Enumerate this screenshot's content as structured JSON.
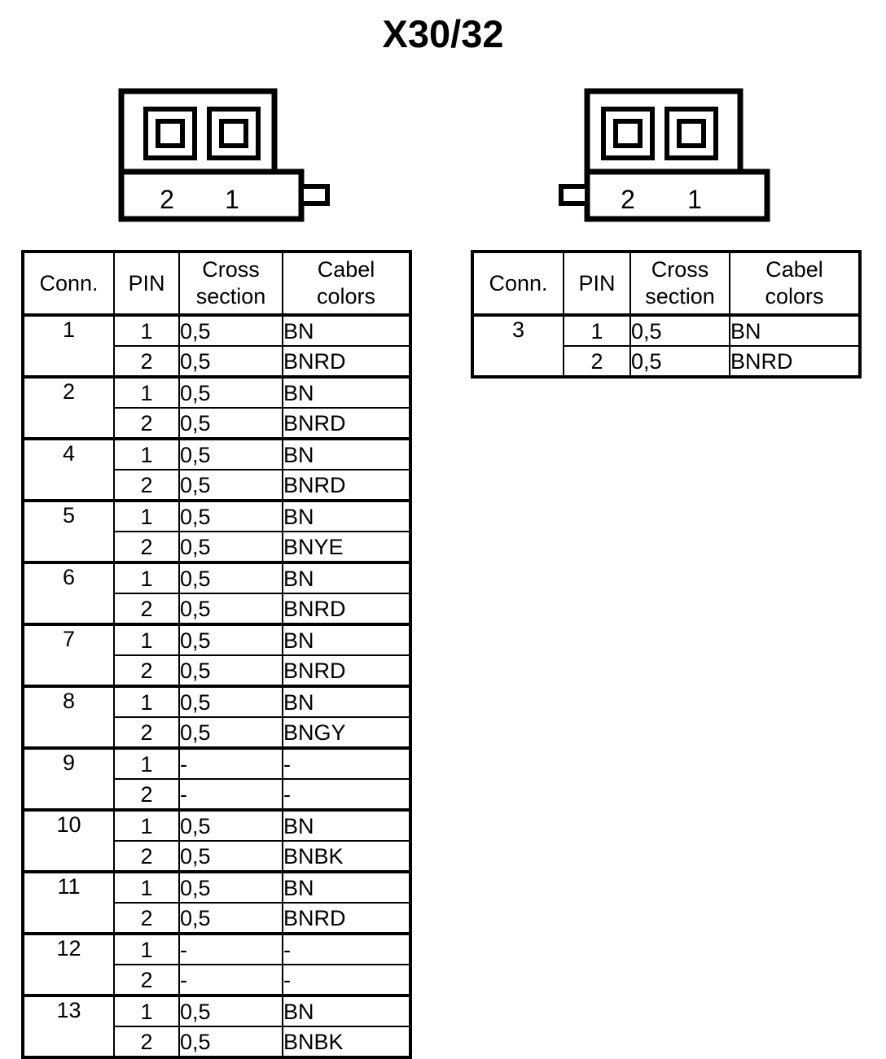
{
  "title": "X30/32",
  "connectors": [
    {
      "name": "connector-left",
      "orientation": "tab-right",
      "pin_labels": [
        "2",
        "1"
      ]
    },
    {
      "name": "connector-right",
      "orientation": "tab-left",
      "pin_labels": [
        "2",
        "1"
      ]
    }
  ],
  "tables": [
    {
      "name": "table-left",
      "headers": [
        "Conn.",
        "PIN",
        "Cross section",
        "Cabel colors"
      ],
      "header_lines": [
        [
          "Conn."
        ],
        [
          "PIN"
        ],
        [
          "Cross",
          "section"
        ],
        [
          "Cabel",
          "colors"
        ]
      ],
      "groups": [
        {
          "conn": "1",
          "rows": [
            {
              "pin": "1",
              "cross_section": "0,5",
              "cable_colors": "BN"
            },
            {
              "pin": "2",
              "cross_section": "0,5",
              "cable_colors": "BNRD"
            }
          ]
        },
        {
          "conn": "2",
          "rows": [
            {
              "pin": "1",
              "cross_section": "0,5",
              "cable_colors": "BN"
            },
            {
              "pin": "2",
              "cross_section": "0,5",
              "cable_colors": "BNRD"
            }
          ]
        },
        {
          "conn": "4",
          "rows": [
            {
              "pin": "1",
              "cross_section": "0,5",
              "cable_colors": "BN"
            },
            {
              "pin": "2",
              "cross_section": "0,5",
              "cable_colors": "BNRD"
            }
          ]
        },
        {
          "conn": "5",
          "rows": [
            {
              "pin": "1",
              "cross_section": "0,5",
              "cable_colors": "BN"
            },
            {
              "pin": "2",
              "cross_section": "0,5",
              "cable_colors": "BNYE"
            }
          ]
        },
        {
          "conn": "6",
          "rows": [
            {
              "pin": "1",
              "cross_section": "0,5",
              "cable_colors": "BN"
            },
            {
              "pin": "2",
              "cross_section": "0,5",
              "cable_colors": "BNRD"
            }
          ]
        },
        {
          "conn": "7",
          "rows": [
            {
              "pin": "1",
              "cross_section": "0,5",
              "cable_colors": "BN"
            },
            {
              "pin": "2",
              "cross_section": "0,5",
              "cable_colors": "BNRD"
            }
          ]
        },
        {
          "conn": "8",
          "rows": [
            {
              "pin": "1",
              "cross_section": "0,5",
              "cable_colors": "BN"
            },
            {
              "pin": "2",
              "cross_section": "0,5",
              "cable_colors": "BNGY"
            }
          ]
        },
        {
          "conn": "9",
          "rows": [
            {
              "pin": "1",
              "cross_section": "-",
              "cable_colors": "-"
            },
            {
              "pin": "2",
              "cross_section": "-",
              "cable_colors": "-"
            }
          ]
        },
        {
          "conn": "10",
          "rows": [
            {
              "pin": "1",
              "cross_section": "0,5",
              "cable_colors": "BN"
            },
            {
              "pin": "2",
              "cross_section": "0,5",
              "cable_colors": "BNBK"
            }
          ]
        },
        {
          "conn": "11",
          "rows": [
            {
              "pin": "1",
              "cross_section": "0,5",
              "cable_colors": "BN"
            },
            {
              "pin": "2",
              "cross_section": "0,5",
              "cable_colors": "BNRD"
            }
          ]
        },
        {
          "conn": "12",
          "rows": [
            {
              "pin": "1",
              "cross_section": "-",
              "cable_colors": "-"
            },
            {
              "pin": "2",
              "cross_section": "-",
              "cable_colors": "-"
            }
          ]
        },
        {
          "conn": "13",
          "rows": [
            {
              "pin": "1",
              "cross_section": "0,5",
              "cable_colors": "BN"
            },
            {
              "pin": "2",
              "cross_section": "0,5",
              "cable_colors": "BNBK"
            }
          ]
        }
      ]
    },
    {
      "name": "table-right",
      "headers": [
        "Conn.",
        "PIN",
        "Cross section",
        "Cabel colors"
      ],
      "header_lines": [
        [
          "Conn."
        ],
        [
          "PIN"
        ],
        [
          "Cross",
          "section"
        ],
        [
          "Cabel",
          "colors"
        ]
      ],
      "groups": [
        {
          "conn": "3",
          "rows": [
            {
              "pin": "1",
              "cross_section": "0,5",
              "cable_colors": "BN"
            },
            {
              "pin": "2",
              "cross_section": "0,5",
              "cable_colors": "BNRD"
            }
          ]
        }
      ]
    }
  ],
  "colors": {
    "line": "#000000",
    "background": "#ffffff"
  }
}
